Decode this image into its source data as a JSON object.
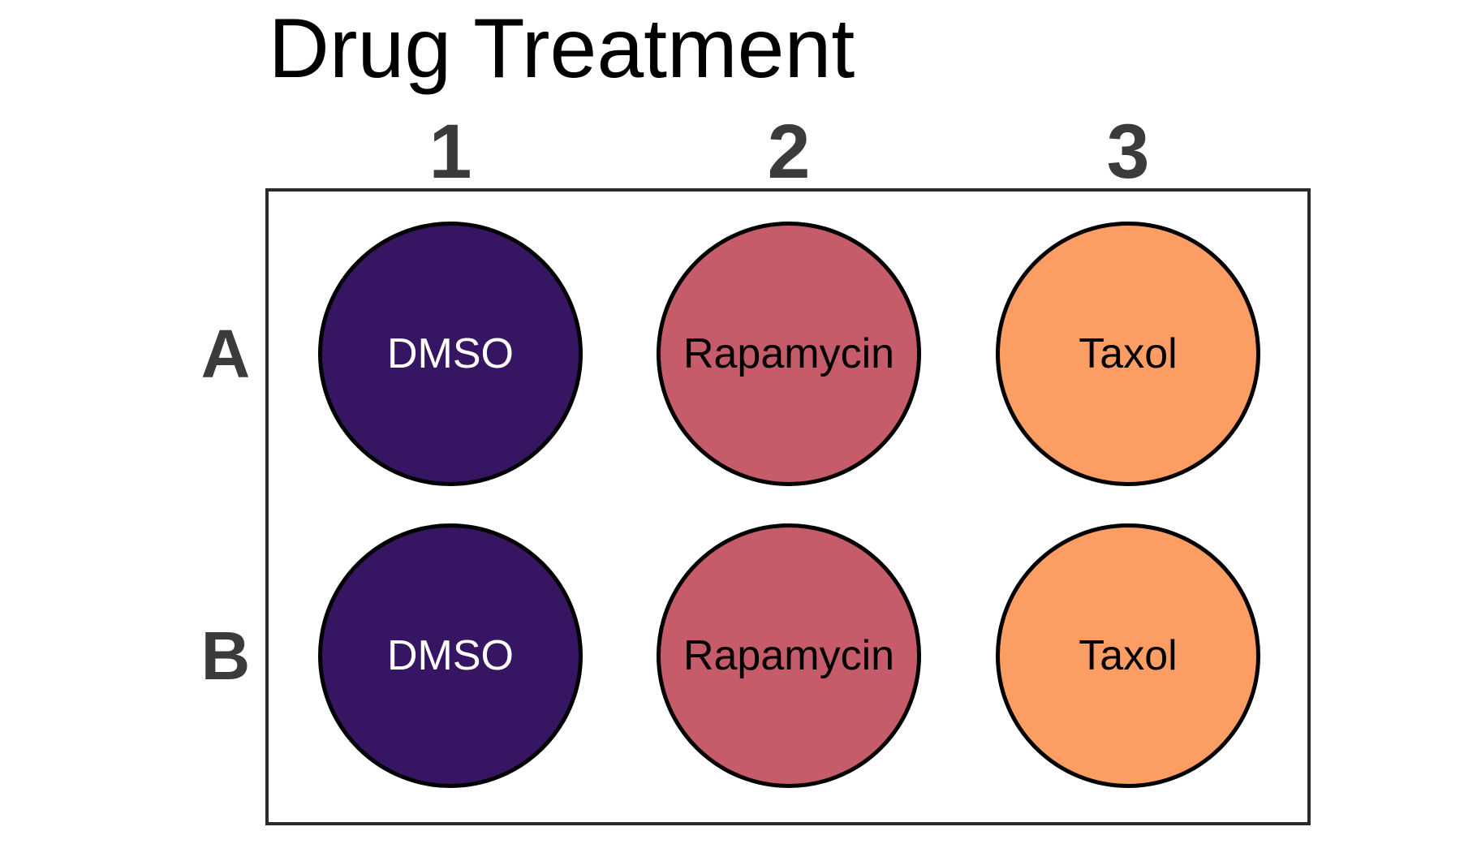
{
  "title": "Drug Treatment",
  "columns": [
    "1",
    "2",
    "3"
  ],
  "rows": [
    "A",
    "B"
  ],
  "wells": [
    {
      "position": "A1",
      "row": "A",
      "col": "1",
      "label": "DMSO",
      "fill": "#361562",
      "text_color": "#ffffff"
    },
    {
      "position": "A2",
      "row": "A",
      "col": "2",
      "label": "Rapamycin",
      "fill": "#c65c69",
      "text_color": "#000000"
    },
    {
      "position": "A3",
      "row": "A",
      "col": "3",
      "label": "Taxol",
      "fill": "#fc9e64",
      "text_color": "#000000"
    },
    {
      "position": "B1",
      "row": "B",
      "col": "1",
      "label": "DMSO",
      "fill": "#361562",
      "text_color": "#ffffff"
    },
    {
      "position": "B2",
      "row": "B",
      "col": "2",
      "label": "Rapamycin",
      "fill": "#c65c69",
      "text_color": "#000000"
    },
    {
      "position": "B3",
      "row": "B",
      "col": "3",
      "label": "Taxol",
      "fill": "#fc9e64",
      "text_color": "#000000"
    }
  ],
  "colors": {
    "background": "#ffffff",
    "title_text": "#000000",
    "axis_label_text": "#3b3b3b",
    "plate_border": "#2b2b2b",
    "well_outline": "#000000"
  }
}
